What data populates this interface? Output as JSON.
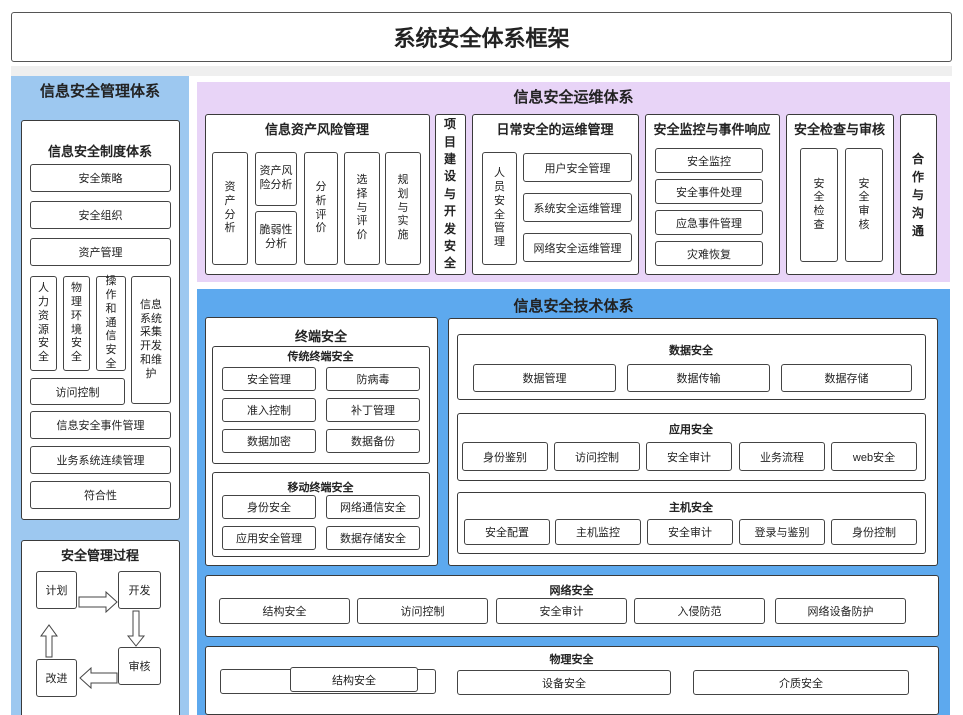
{
  "title": "系统安全体系框架",
  "mgmt": {
    "title": "信息安全管理体系",
    "policy": {
      "title": "信息安全制度体系",
      "items": [
        "安全策略",
        "安全组织",
        "资产管理"
      ],
      "vertical": [
        "人力资源安全",
        "物理环境安全",
        "操作和通信安全",
        "信息系统采集开发和维护"
      ],
      "items2": [
        "访问控制",
        "信息安全事件管理",
        "业务系统连续管理",
        "符合性"
      ]
    },
    "process": {
      "title": "安全管理过程",
      "plan": "计划",
      "develop": "开发",
      "review": "审核",
      "improve": "改进"
    }
  },
  "ops": {
    "title": "信息安全运维体系",
    "risk": {
      "title": "信息资产风险管理",
      "items": [
        "资产分析",
        "资产风险分析",
        "脆弱性分析",
        "分析评价",
        "选择与评价",
        "规划与实施"
      ]
    },
    "project": "项目建设与开发安全",
    "daily": {
      "title": "日常安全的运维管理",
      "person": "人员安全管理",
      "items": [
        "用户安全管理",
        "系统安全运维管理",
        "网络安全运维管理"
      ]
    },
    "monitor": {
      "title": "安全监控与事件响应",
      "items": [
        "安全监控",
        "安全事件处理",
        "应急事件管理",
        "灾难恢复"
      ]
    },
    "audit": {
      "title": "安全检查与审核",
      "items": [
        "安全检查",
        "安全审核"
      ]
    },
    "coop": "合作与沟通"
  },
  "tech": {
    "title": "信息安全技术体系",
    "terminal": {
      "title": "终端安全",
      "traditional": {
        "title": "传统终端安全",
        "items": [
          "安全管理",
          "防病毒",
          "准入控制",
          "补丁管理",
          "数据加密",
          "数据备份"
        ]
      },
      "mobile": {
        "title": "移动终端安全",
        "items": [
          "身份安全",
          "网络通信安全",
          "应用安全管理",
          "数据存储安全"
        ]
      }
    },
    "data": {
      "title": "数据安全",
      "items": [
        "数据管理",
        "数据传输",
        "数据存储"
      ]
    },
    "app": {
      "title": "应用安全",
      "items": [
        "身份鉴别",
        "访问控制",
        "安全审计",
        "业务流程",
        "web安全"
      ]
    },
    "host": {
      "title": "主机安全",
      "items": [
        "安全配置",
        "主机监控",
        "安全审计",
        "登录与鉴别",
        "身份控制"
      ]
    },
    "network": {
      "title": "网络安全",
      "items": [
        "结构安全",
        "访问控制",
        "安全审计",
        "入侵防范",
        "网络设备防护"
      ]
    },
    "physical": {
      "title": "物理安全",
      "items": [
        "结构安全",
        "设备安全",
        "介质安全"
      ]
    }
  },
  "colors": {
    "lightBlue": "#9dc8f0",
    "blue": "#5da9ee",
    "purple": "#e8d4f7"
  }
}
